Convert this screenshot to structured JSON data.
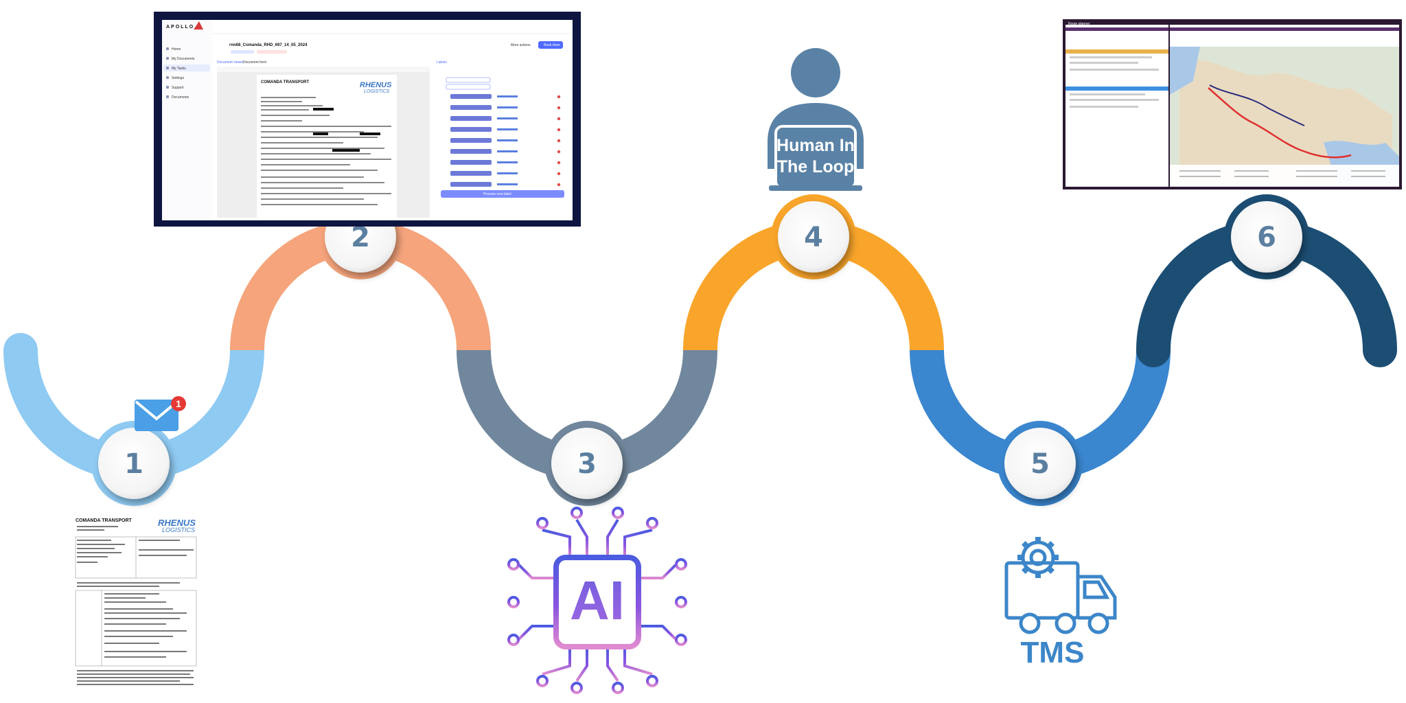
{
  "steps": [
    {
      "number": "1",
      "color": "#8fcaf2"
    },
    {
      "number": "2",
      "color": "#f5a47c"
    },
    {
      "number": "3",
      "color": "#71879d"
    },
    {
      "number": "4",
      "color": "#f9a52b"
    },
    {
      "number": "5",
      "color": "#3a86cf"
    },
    {
      "number": "6",
      "color": "#1c4e74"
    }
  ],
  "email_badge": {
    "count": "1",
    "icon": "envelope-icon"
  },
  "hitl": {
    "line1": "Human In",
    "line2": "The Loop",
    "icon": "person-laptop-icon"
  },
  "ai": {
    "label": "AI",
    "icon": "ai-chip-icon"
  },
  "tms": {
    "label": "TMS",
    "icon": "truck-gear-icon"
  },
  "document": {
    "title": "COMANDA TRANSPORT",
    "logo_line1": "RHENUS",
    "logo_line2": "LOGISTICS"
  },
  "app_screenshot": {
    "brand": "APOLLO",
    "nav": [
      "Home",
      "My Documents",
      "My Tasks",
      "Settings",
      "Support",
      "Documents"
    ],
    "doc_name": "rnn68_Comanda_RHD_697_14_05_2024",
    "tabs": [
      "Document viewer",
      "Document form"
    ],
    "labels_header": "Labels",
    "more_actions": "More actions",
    "save_button": "Book done",
    "submit_button": "Process new label"
  },
  "map_screenshot": {
    "title": "Route planner",
    "icon": "route-map-icon"
  }
}
